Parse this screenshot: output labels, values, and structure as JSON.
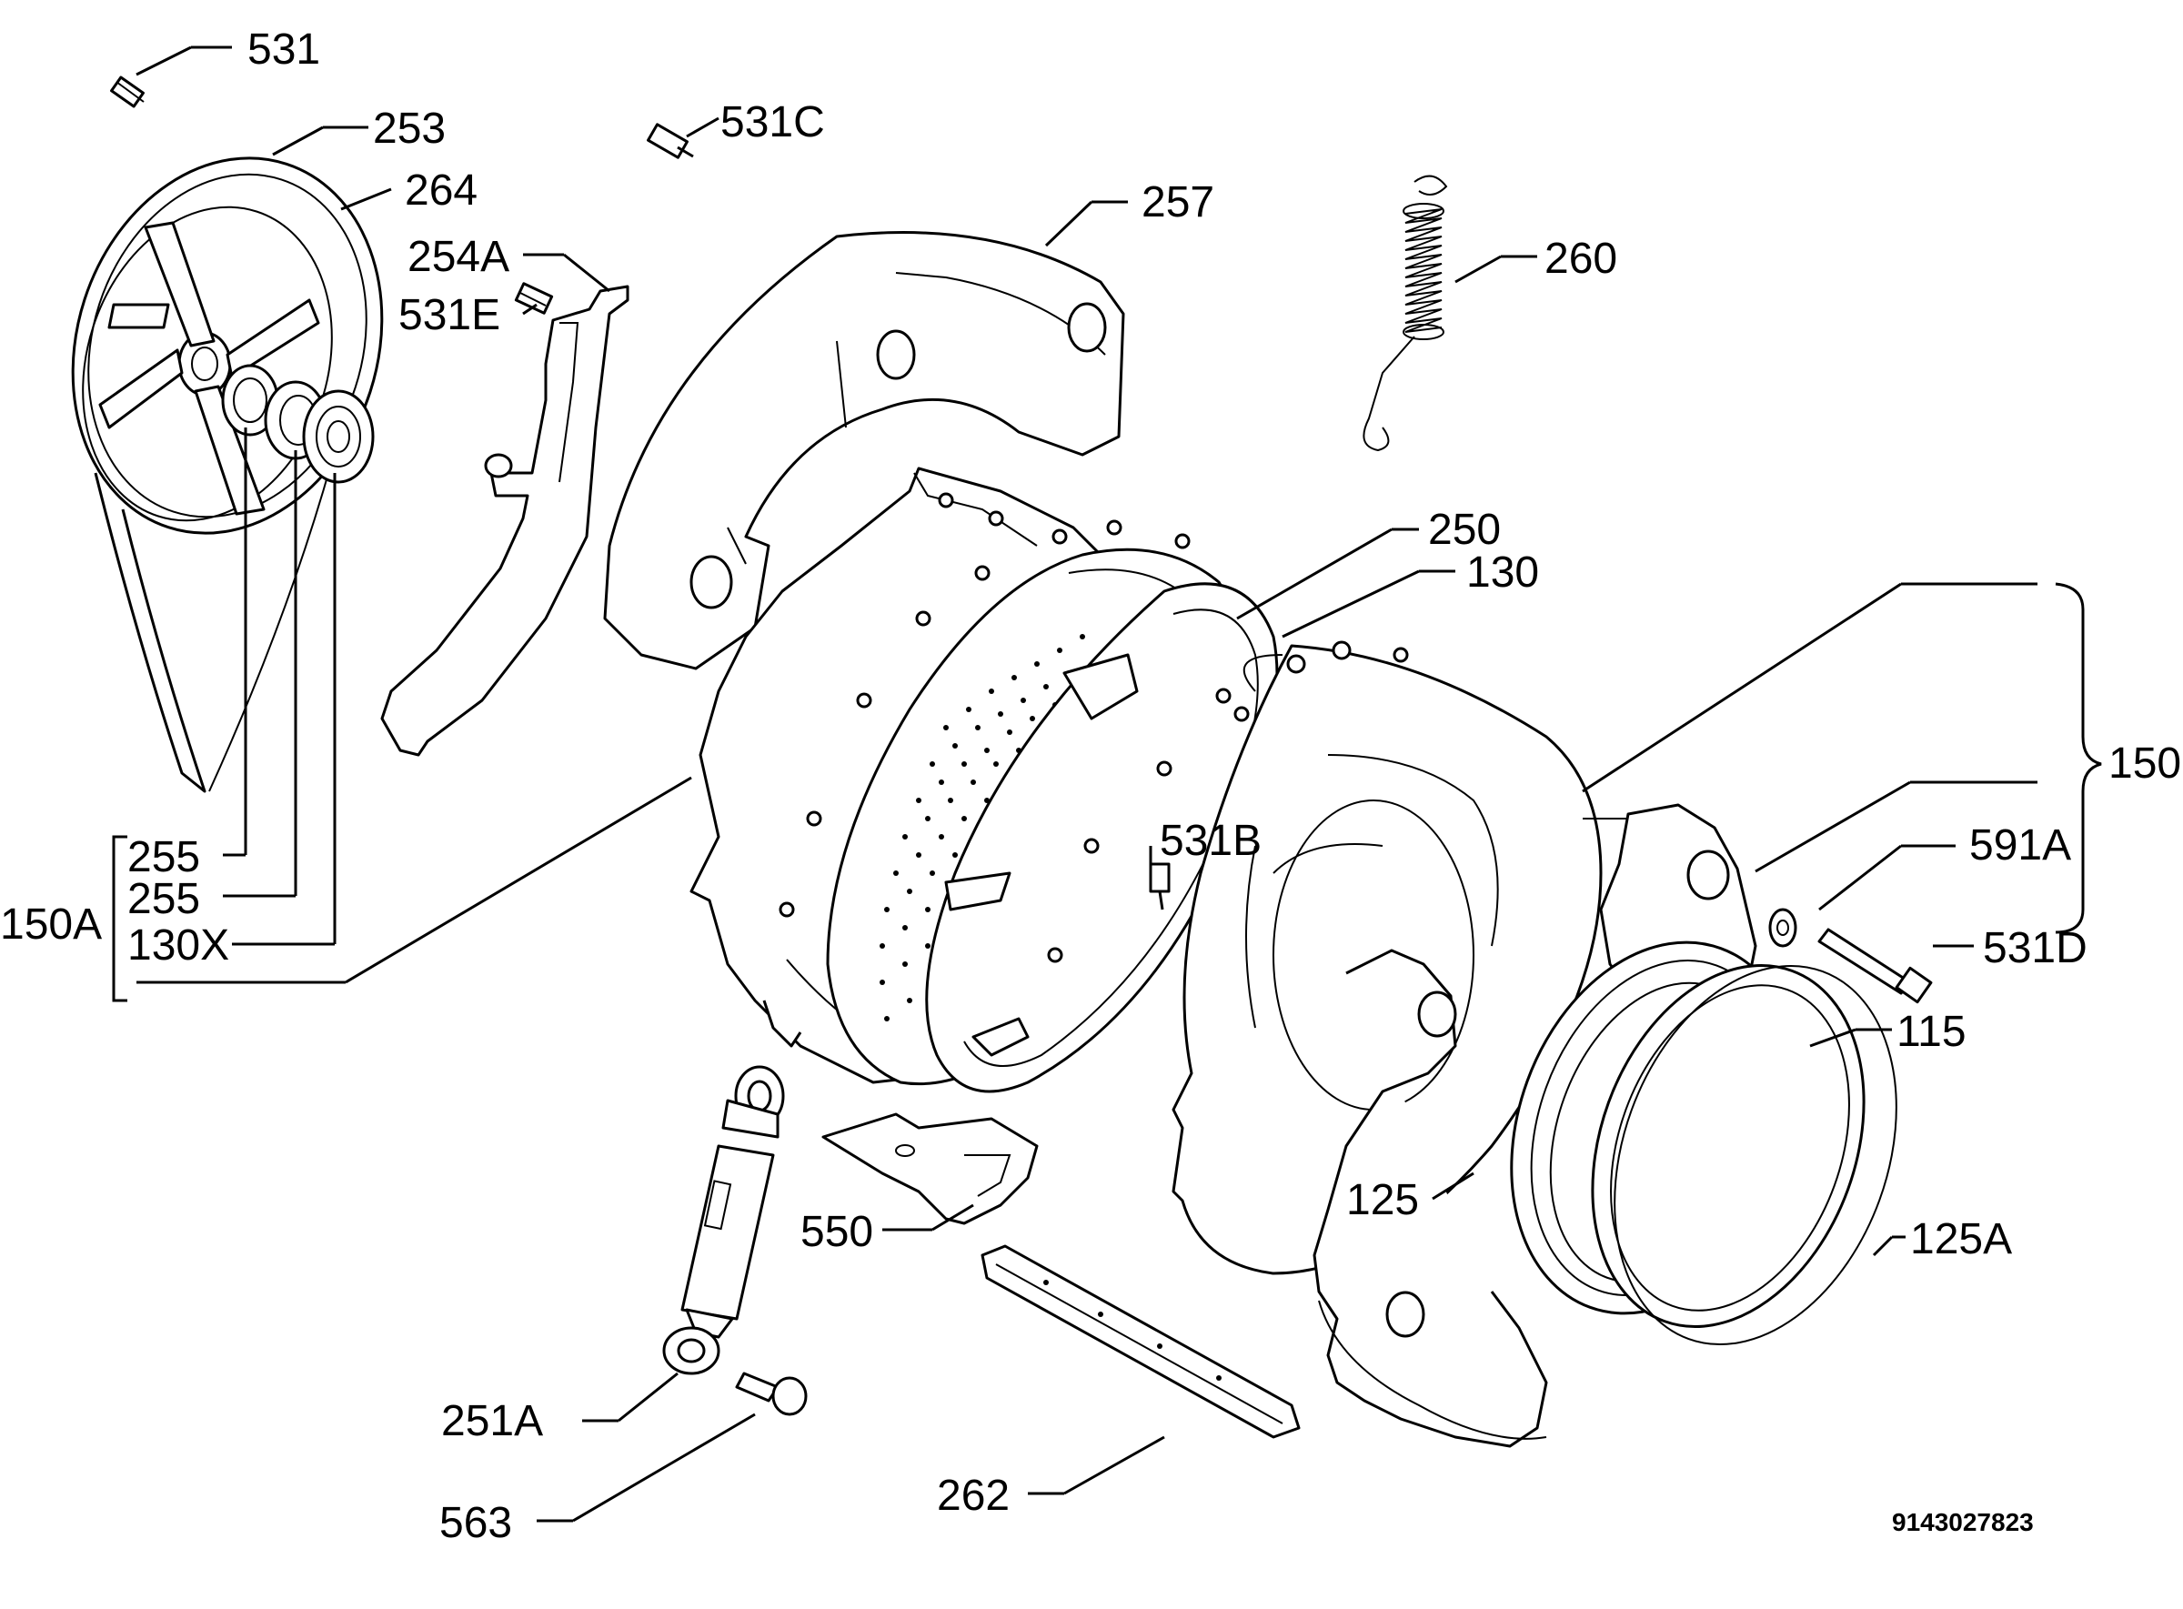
{
  "labels": {
    "l531": "531",
    "l253": "253",
    "l264": "264",
    "l531c": "531C",
    "l257": "257",
    "l254a": "254A",
    "l531e": "531E",
    "l260": "260",
    "l250": "250",
    "l130": "130",
    "l150": "150",
    "l531b": "531B",
    "l591a": "591A",
    "l531d": "531D",
    "l115": "115",
    "l255a": "255",
    "l255b": "255",
    "l130x": "130X",
    "l150a": "150A",
    "l125": "125",
    "l125a": "125A",
    "l550": "550",
    "l251a": "251A",
    "l563": "563",
    "l262": "262"
  },
  "document_number": "9143027823"
}
